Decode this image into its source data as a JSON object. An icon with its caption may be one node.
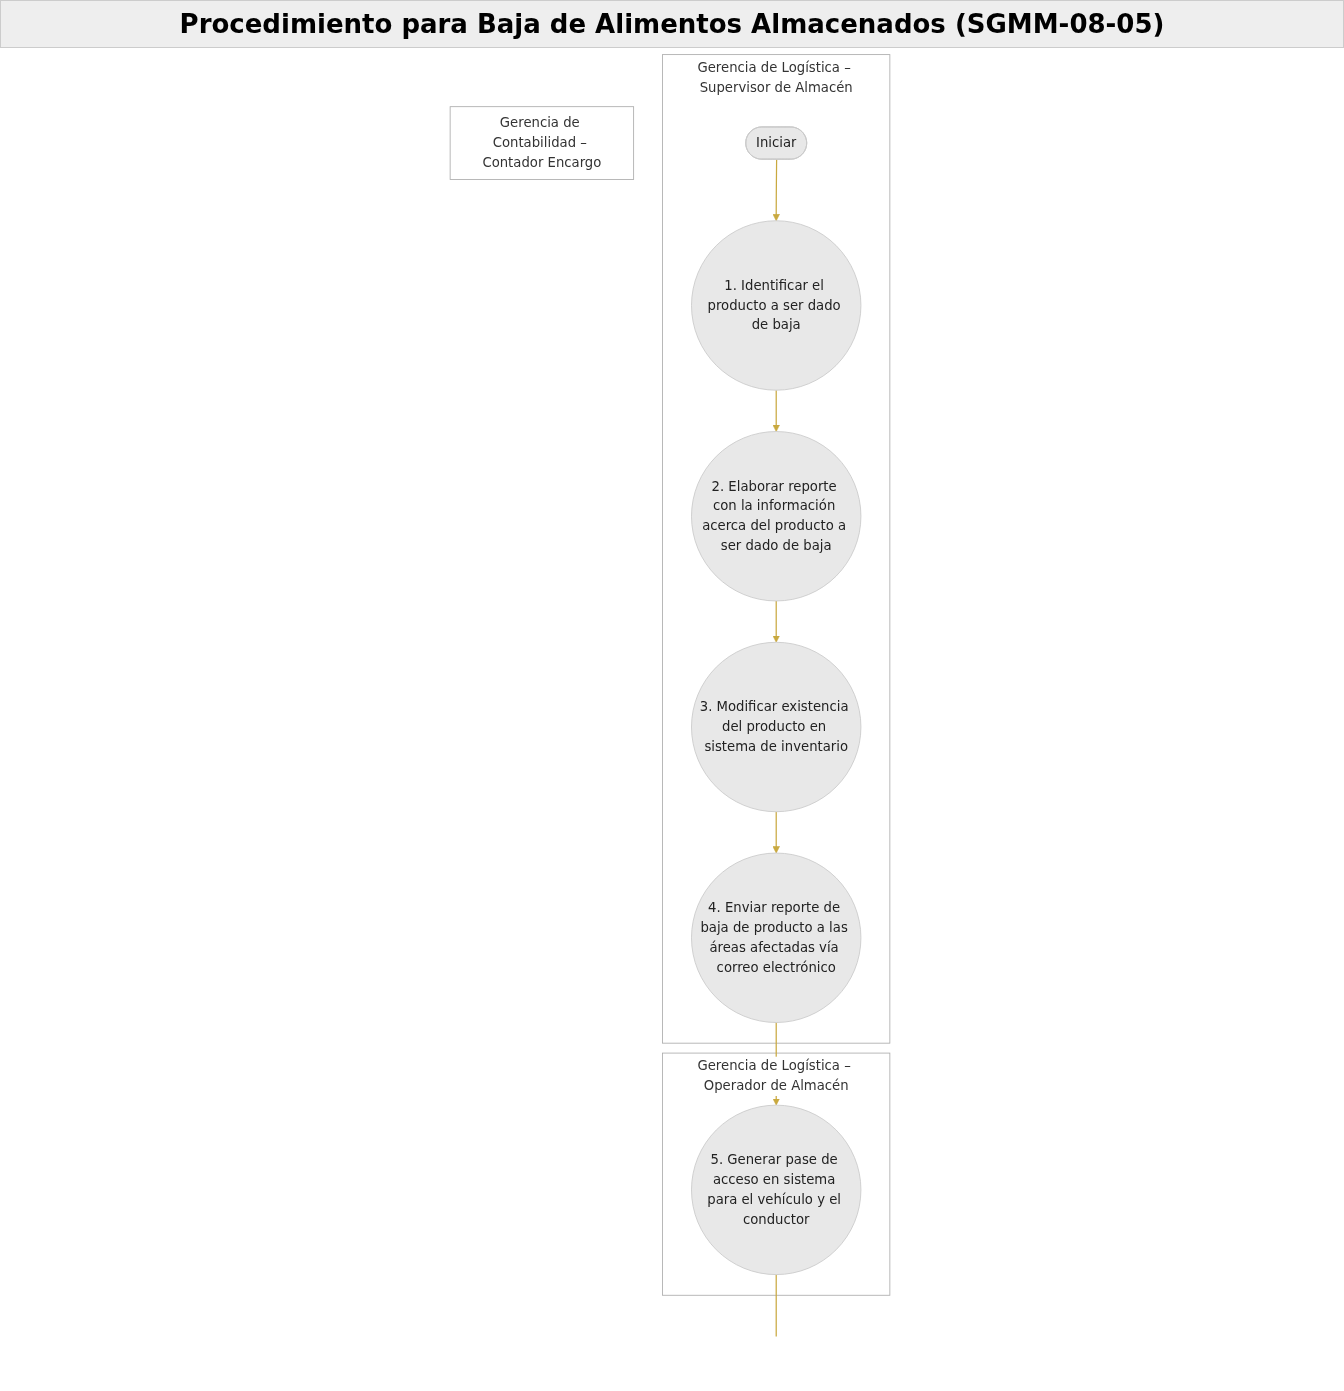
{
  "diagram": {
    "title": "Procedimiento para Baja de Alimentos Almacenados (SGMM-08-05)",
    "nodes": [
      {
        "text": [
          "Gerencia de Logística – Supervisor de Almacén"
        ]
      },
      {
        "text": [
          "Iniciar"
        ],
        "in": 0
      },
      {
        "text": [
          "1. Identificar el producto a ser dado de baja"
        ],
        "in": 0
      },
      {
        "text": [
          "2. Elaborar reporte con la información acerca del producto a ser dado de baja"
        ],
        "in": 0
      },
      {
        "text": [
          "3. Modificar existencia del producto en sistema de inventario"
        ],
        "in": 0
      },
      {
        "text": [
          "4. Enviar reporte de baja de producto a las áreas afectadas vía correo electrónico"
        ],
        "in": 0
      },
      {
        "text": [
          "Gerencia de Logística – Operador de Almacén"
        ]
      },
      {
        "text": [
          "5. Generar pase de acceso en sistema para el vehículo y el conductor"
        ],
        "in": 6
      },
      {
        "text": [
          "Gerencia de Contabilidad – Contador Encargo"
        ]
      }
    ],
    "edges": [
      {
        "from": 1,
        "to": 2,
        "arrow": "to"
      },
      {
        "from": 2,
        "to": 3,
        "arrow": "to"
      },
      {
        "from": 3,
        "to": 4,
        "arrow": "to"
      },
      {
        "from": 4,
        "to": 5,
        "arrow": "to"
      },
      {
        "from": 5,
        "to": 7,
        "arrow": "to"
      },
      {
        "from": 7,
        "to": null,
        "arrow": "none"
      }
    ]
  }
}
